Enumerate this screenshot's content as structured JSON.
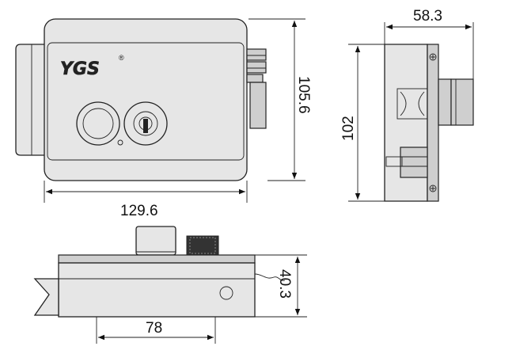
{
  "brand": {
    "logo_text": "YGS",
    "registered_mark": "®"
  },
  "dimensions": {
    "width_front": "129.6",
    "height_front": "105.6",
    "depth_side": "58.3",
    "height_side": "102",
    "base_length_bottom": "78",
    "thickness_bottom": "40.3"
  },
  "colors": {
    "line": "#222222",
    "body": "#e6e6e6",
    "detail": "#cfcfcf"
  }
}
